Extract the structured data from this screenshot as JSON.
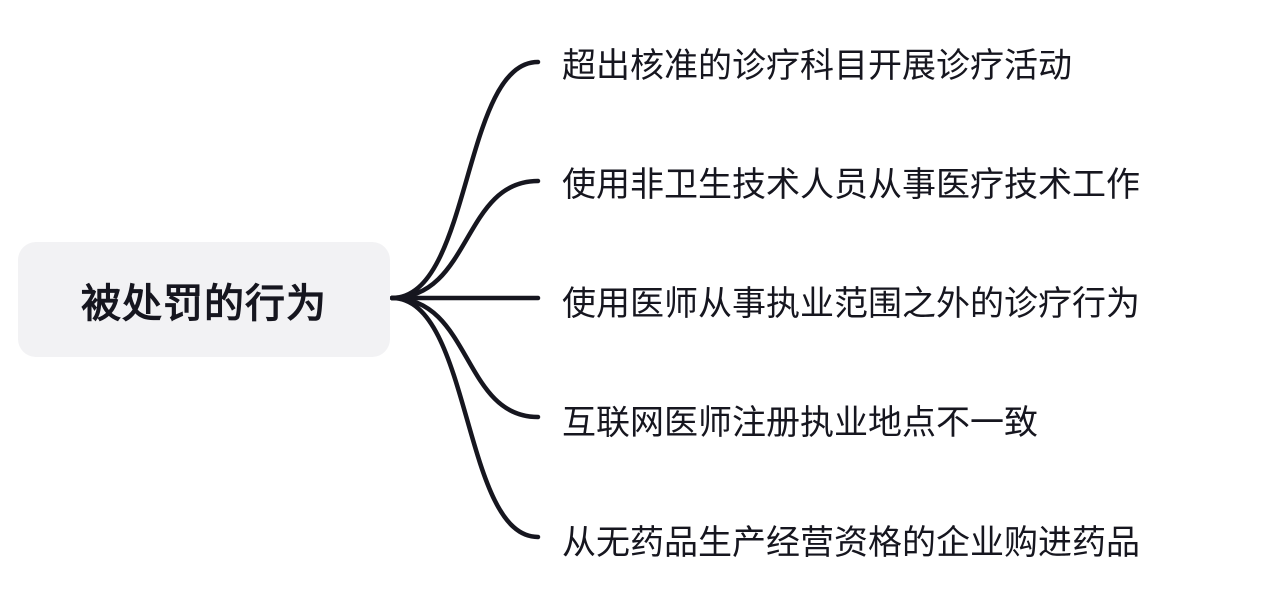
{
  "root": {
    "label": "被处罚的行为"
  },
  "branches": [
    {
      "label": "超出核准的诊疗科目开展诊疗活动"
    },
    {
      "label": "使用非卫生技术人员从事医疗技术工作"
    },
    {
      "label": "使用医师从事执业范围之外的诊疗行为"
    },
    {
      "label": "互联网医师注册执业地点不一致"
    },
    {
      "label": "从无药品生产经营资格的企业购进药品"
    }
  ],
  "colors": {
    "connector": "#16161f",
    "root_fill": "#f2f2f4",
    "text": "#16161f"
  }
}
